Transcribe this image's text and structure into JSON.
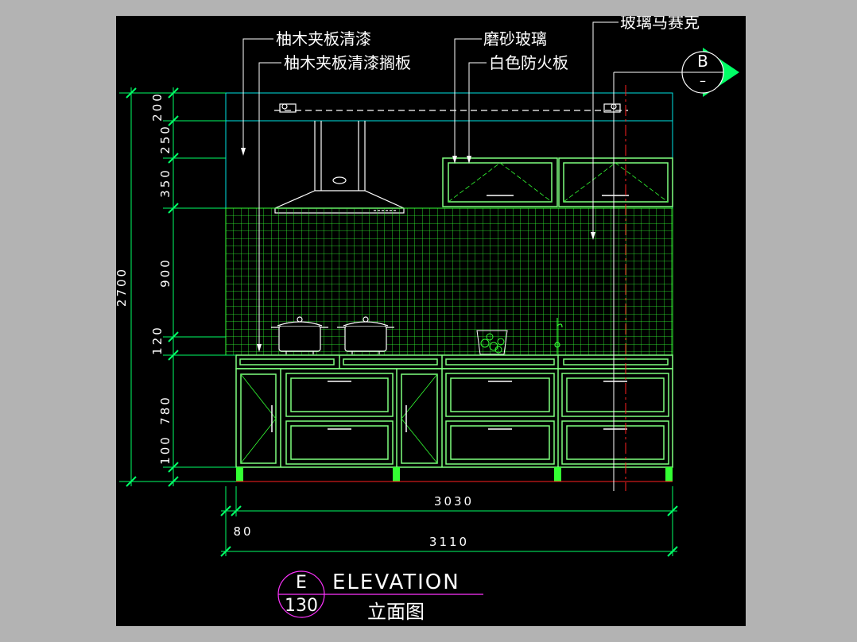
{
  "colors": {
    "background": "#b3b3b3",
    "canvas": "#000000",
    "dimension": "#00ff66",
    "outline": "#7fff7f",
    "cyan": "#00e5e5",
    "white": "#ffffff",
    "magenta": "#ff33ff",
    "red": "#ff2020"
  },
  "annotations": {
    "teak_veneer": "柚木夹板清漆",
    "teak_shelf": "柚木夹板清漆搁板",
    "frosted_glass": "磨砂玻璃",
    "white_fireproof": "白色防火板",
    "glass_mosaic": "玻璃马赛克"
  },
  "section_marker": {
    "letter": "B",
    "sheet": "–"
  },
  "dimensions": {
    "total_height": "2700",
    "segments": [
      "200",
      "250",
      "350",
      "900",
      "120",
      "780",
      "100"
    ],
    "width_inner": "3030",
    "width_total": "3110",
    "offset": "80"
  },
  "title_block": {
    "letter": "E",
    "number": "130",
    "title_en": "ELEVATION",
    "title_cn": "立面图"
  }
}
